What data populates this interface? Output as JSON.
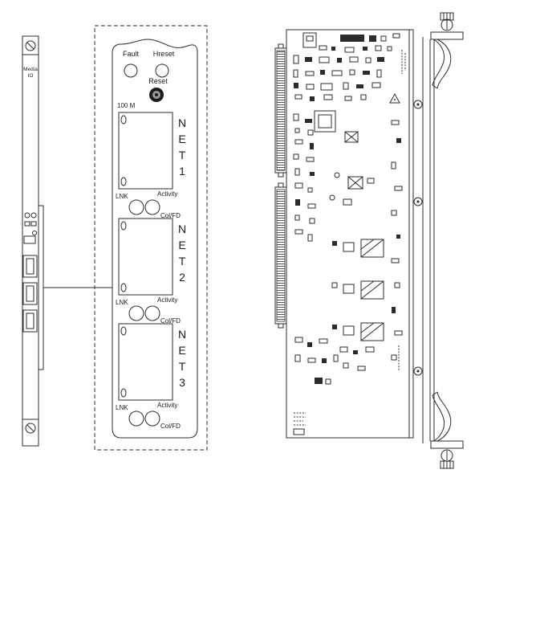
{
  "front_panel": {
    "label_line1": "Media",
    "label_line2": "IO"
  },
  "faceplate": {
    "fault_label": "Fault",
    "hreset_label": "Hreset",
    "reset_label": "Reset",
    "speed_label": "100 M",
    "ports": [
      {
        "label": "NET 1",
        "letters": [
          "N",
          "E",
          "T",
          "1"
        ],
        "lnk_label": "LNK",
        "activity_label": "Activity",
        "colfd_label": "Col/FD"
      },
      {
        "label": "NET 2",
        "letters": [
          "N",
          "E",
          "T",
          "2"
        ],
        "lnk_label": "LNK",
        "activity_label": "Activity",
        "colfd_label": "Col/FD"
      },
      {
        "label": "NET 3",
        "letters": [
          "N",
          "E",
          "T",
          "3"
        ],
        "lnk_label": "LNK",
        "activity_label": "Activity",
        "colfd_label": "Col/FD"
      }
    ]
  }
}
